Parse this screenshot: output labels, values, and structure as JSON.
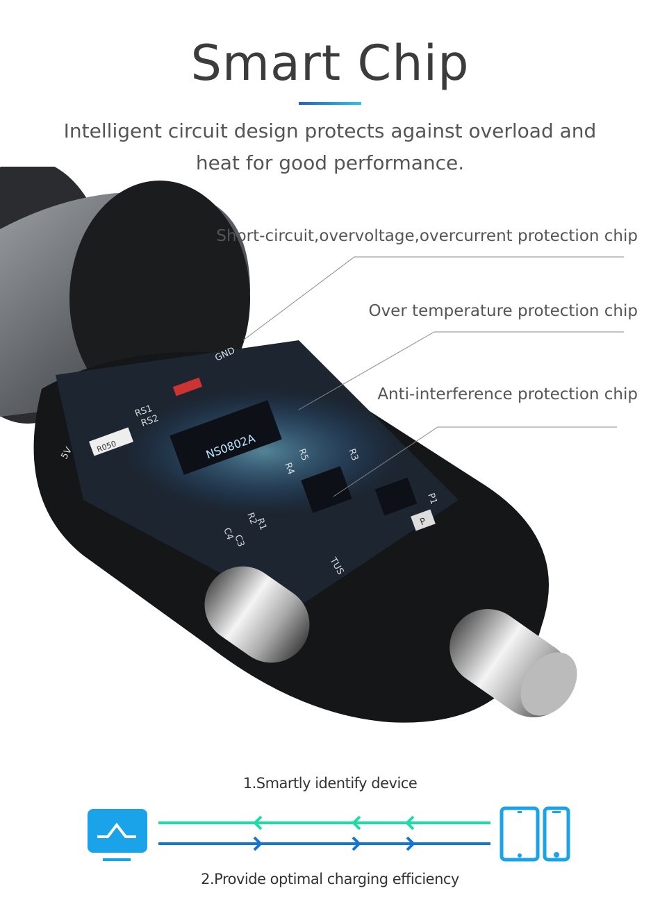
{
  "header": {
    "title": "Smart Chip",
    "subtitle_line1": "Intelligent circuit design protects against overload and",
    "subtitle_line2": "heat for good performance.",
    "accent_gradient": [
      "#1c5ee0",
      "#1ec8f0"
    ]
  },
  "callouts": [
    "Short-circuit,overvoltage,overcurrent protection chip",
    "Over temperature protection chip",
    "Anti-interference protection chip"
  ],
  "product_image": {
    "chip_marking": "NS0802A",
    "board_labels": [
      "GND",
      "5V",
      "RS1",
      "RS2",
      "R050",
      "C3",
      "C4",
      "R1",
      "R2",
      "TUS",
      "P",
      "R4",
      "R5",
      "R3",
      "P1"
    ]
  },
  "diagram": {
    "step1": "1.Smartly identify device",
    "step2": "2.Provide optimal charging efficiency",
    "left_icon": "monitor-icon",
    "right_icons": [
      "tablet-icon",
      "phone-icon"
    ],
    "colors": {
      "icon": "#1aa3e8",
      "incoming": "#1fdca6",
      "outgoing": "#1574d8"
    }
  }
}
